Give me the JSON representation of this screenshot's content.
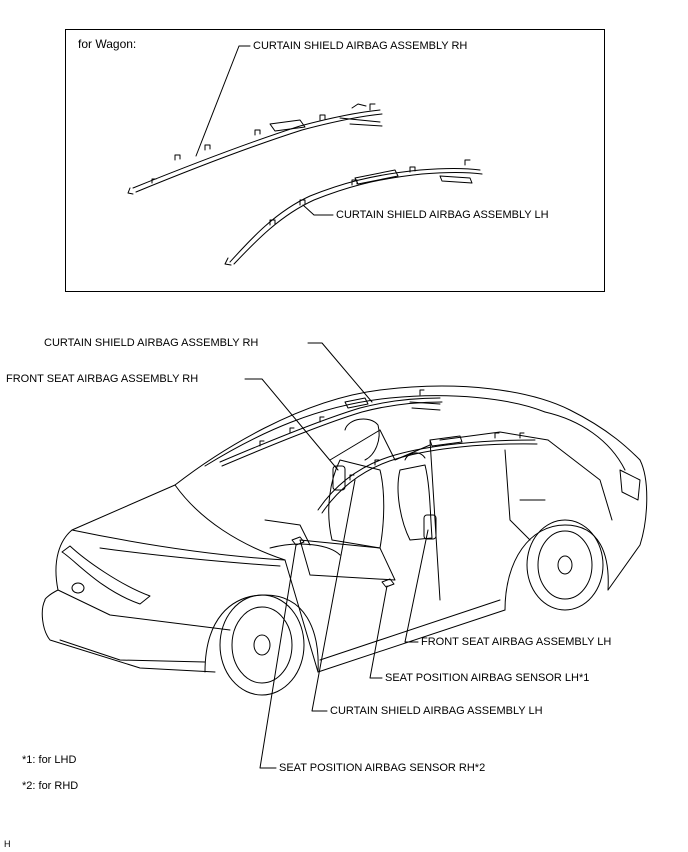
{
  "inset": {
    "title": "for Wagon:",
    "labels": {
      "curtain_rh": "CURTAIN SHIELD AIRBAG ASSEMBLY RH",
      "curtain_lh": "CURTAIN SHIELD AIRBAG ASSEMBLY LH"
    }
  },
  "main": {
    "labels": {
      "curtain_rh": "CURTAIN SHIELD AIRBAG ASSEMBLY RH",
      "front_seat_rh": "FRONT SEAT AIRBAG ASSEMBLY RH",
      "front_seat_lh": "FRONT SEAT AIRBAG ASSEMBLY LH",
      "seat_pos_lh": "SEAT POSITION AIRBAG SENSOR LH*1",
      "curtain_lh": "CURTAIN SHIELD AIRBAG ASSEMBLY LH",
      "seat_pos_rh": "SEAT POSITION AIRBAG SENSOR RH*2"
    }
  },
  "notes": {
    "note1": "*1: for LHD",
    "note2": "*2: for RHD"
  },
  "corner_mark": "H"
}
